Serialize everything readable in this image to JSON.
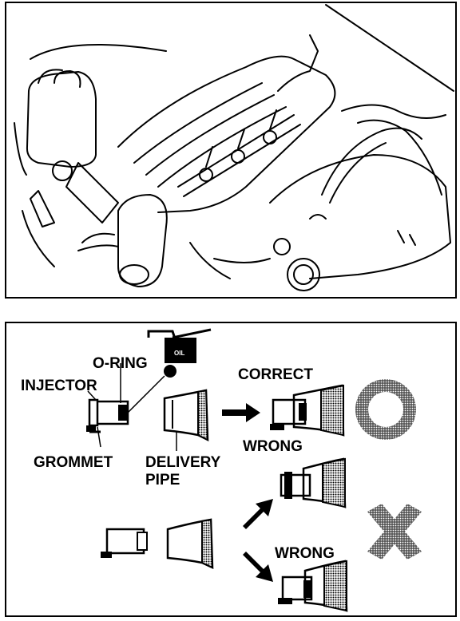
{
  "labels": {
    "o_ring": "O-RING",
    "injector": "INJECTOR",
    "grommet": "GROMMET",
    "delivery_pipe_line1": "DELIVERY",
    "delivery_pipe_line2": "PIPE",
    "correct": "CORRECT",
    "wrong_1": "WRONG",
    "wrong_2": "WRONG",
    "oil_can": "OIL"
  },
  "symbols": {
    "correct_mark": "circle-mark-icon",
    "wrong_mark": "cross-mark-icon"
  }
}
